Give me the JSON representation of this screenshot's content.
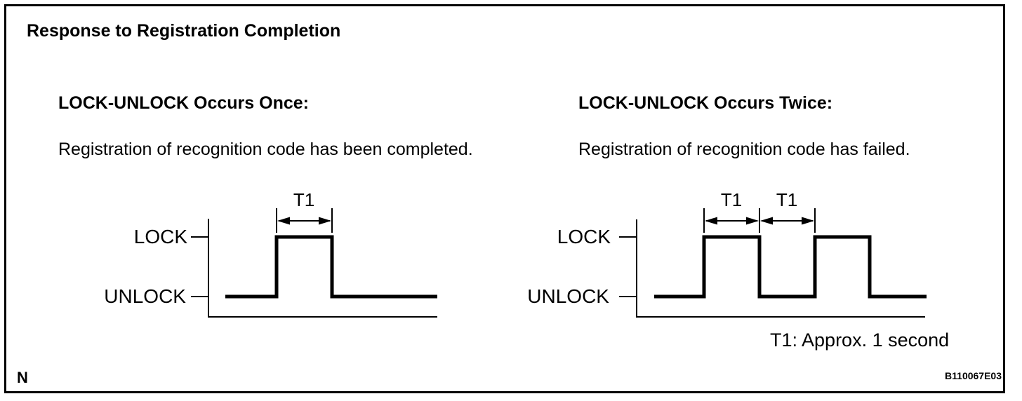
{
  "page": {
    "title": "Response to Registration Completion",
    "corner_label": "N",
    "figure_code": "B110067E03"
  },
  "note": "T1: Approx. 1 second",
  "panels": [
    {
      "heading": "LOCK-UNLOCK Occurs Once:",
      "description": "Registration of recognition code has been completed.",
      "diagram": {
        "type": "timing-waveform",
        "y_labels": [
          "LOCK",
          "UNLOCK"
        ],
        "pulse_count": 1,
        "dimension_labels": [
          "T1"
        ],
        "sequence": [
          "UNLOCK",
          "LOCK for T1",
          "UNLOCK"
        ]
      }
    },
    {
      "heading": "LOCK-UNLOCK Occurs Twice:",
      "description": "Registration of recognition code has failed.",
      "diagram": {
        "type": "timing-waveform",
        "y_labels": [
          "LOCK",
          "UNLOCK"
        ],
        "pulse_count": 2,
        "dimension_labels": [
          "T1",
          "T1"
        ],
        "sequence": [
          "UNLOCK",
          "LOCK for T1",
          "UNLOCK for T1",
          "LOCK",
          "UNLOCK"
        ]
      }
    }
  ],
  "colors": {
    "ink": "#000000",
    "background": "#ffffff"
  }
}
